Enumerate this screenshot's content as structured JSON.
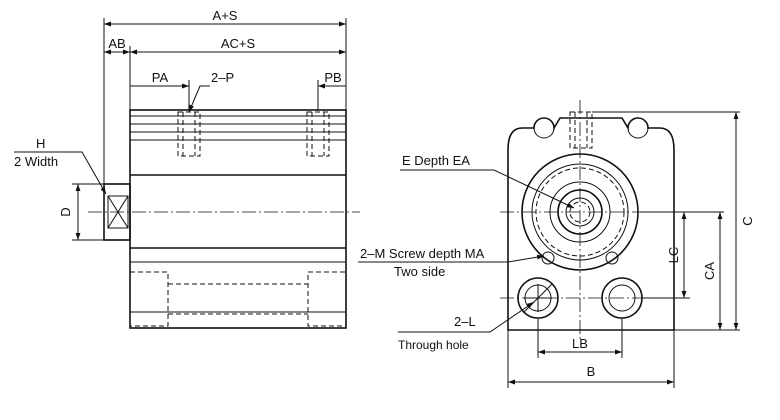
{
  "labels": {
    "a_plus_s": "A+S",
    "ab": "AB",
    "ac_plus_s": "AC+S",
    "pa": "PA",
    "two_p": "2–P",
    "pb": "PB",
    "h": "H",
    "two_width": "2 Width",
    "d": "D",
    "e_depth_ea": "E  Depth  EA",
    "two_m_screw": "2–M Screw depth MA",
    "two_side": "Two side",
    "two_l": "2–L",
    "through_hole": "Through hole",
    "lc": "LC",
    "ca": "CA",
    "c": "C",
    "lb": "LB",
    "b": "B"
  }
}
